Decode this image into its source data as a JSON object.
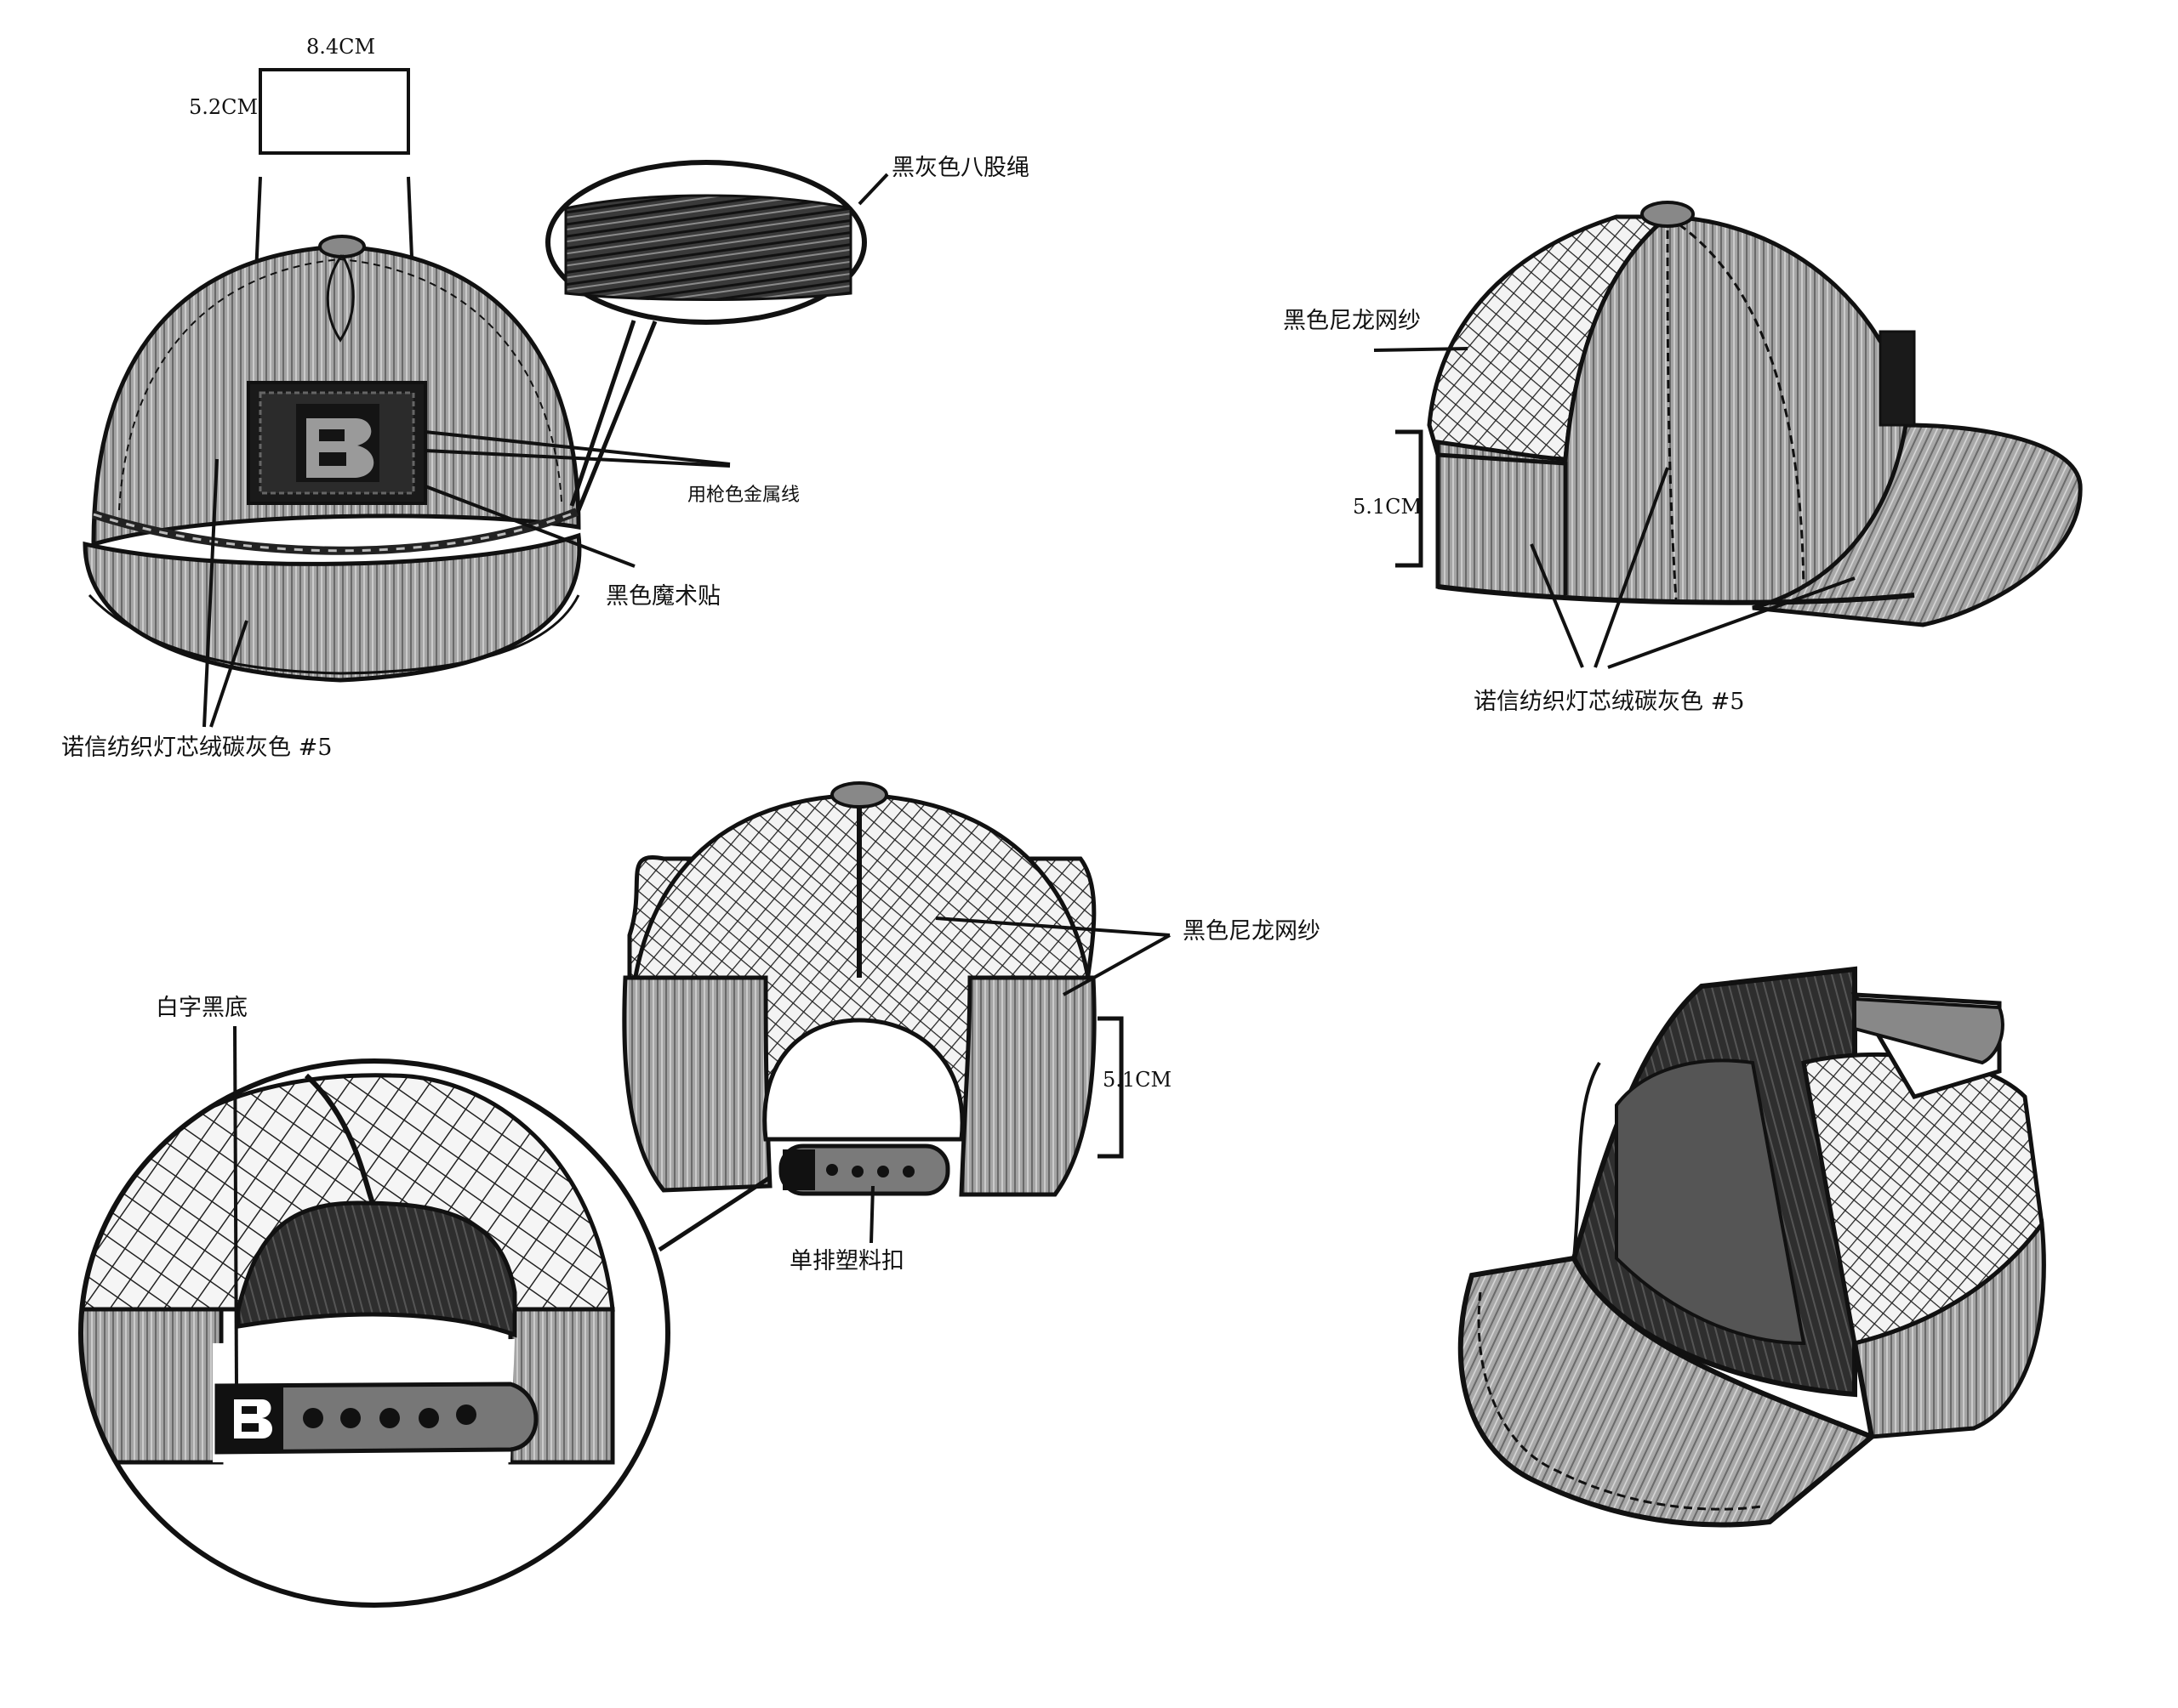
{
  "labels": {
    "patch_width": "8.4CM",
    "patch_height": "5.2CM",
    "rope": "黑灰色八股绳",
    "gunmetal_thread": "用枪色金属线",
    "black_velcro": "黑色魔术贴",
    "fabric_front": "诺信纺织灯芯绒碳灰色 #5",
    "mesh_side": "黑色尼龙网纱",
    "side_height": "5.1CM",
    "fabric_side": "诺信纺织灯芯绒碳灰色 #5",
    "mesh_back": "黑色尼龙网纱",
    "back_height": "5.1CM",
    "white_on_black": "白字黑底",
    "snap_buckle": "单排塑料扣"
  },
  "colors": {
    "ink": "#111111",
    "corduroy_gray": "#9a9a9a",
    "dark_panel": "#2a2a2a",
    "paper": "#ffffff"
  },
  "icons": {
    "logo": "B-logo-icon"
  }
}
